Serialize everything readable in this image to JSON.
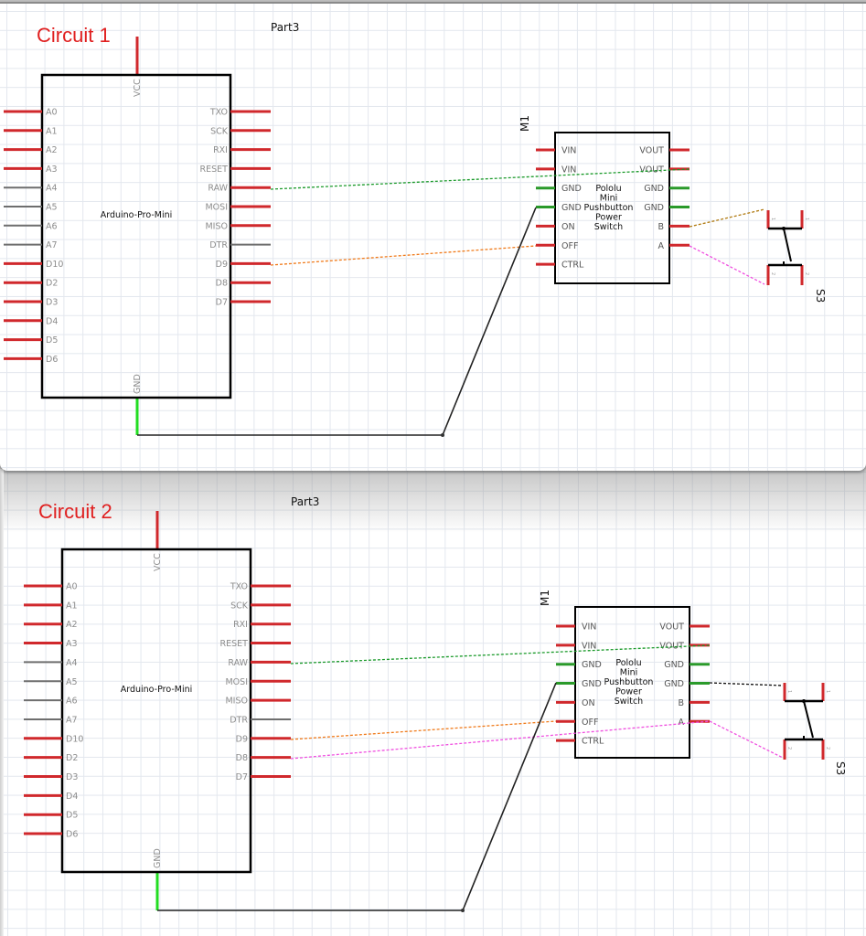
{
  "circuits": [
    {
      "title": "Circuit 1",
      "part_label": "Part3",
      "arduino": {
        "name": "Arduino-Pro-Mini",
        "top_pin": "VCC",
        "bottom_pin": "GND",
        "left_pins": [
          {
            "label": "A0",
            "state": "red"
          },
          {
            "label": "A1",
            "state": "red"
          },
          {
            "label": "A2",
            "state": "red"
          },
          {
            "label": "A3",
            "state": "red"
          },
          {
            "label": "A4",
            "state": "gray"
          },
          {
            "label": "A5",
            "state": "gray"
          },
          {
            "label": "A6",
            "state": "gray"
          },
          {
            "label": "A7",
            "state": "gray"
          },
          {
            "label": "D10",
            "state": "red"
          },
          {
            "label": "D2",
            "state": "red"
          },
          {
            "label": "D3",
            "state": "red"
          },
          {
            "label": "D4",
            "state": "red"
          },
          {
            "label": "D5",
            "state": "red"
          },
          {
            "label": "D6",
            "state": "red"
          }
        ],
        "right_pins": [
          {
            "label": "TXO",
            "state": "red"
          },
          {
            "label": "SCK",
            "state": "red"
          },
          {
            "label": "RXI",
            "state": "red"
          },
          {
            "label": "RESET",
            "state": "red"
          },
          {
            "label": "RAW",
            "state": "red"
          },
          {
            "label": "MOSI",
            "state": "red"
          },
          {
            "label": "MISO",
            "state": "red"
          },
          {
            "label": "DTR",
            "state": "gray"
          },
          {
            "label": "D9",
            "state": "red"
          },
          {
            "label": "D8",
            "state": "red"
          },
          {
            "label": "D7",
            "state": "red"
          }
        ]
      },
      "module": {
        "ref": "M1",
        "name_lines": [
          "Pololu",
          "Mini",
          "Pushbutton",
          "Power",
          "Switch"
        ],
        "left_pins": [
          {
            "label": "VIN",
            "state": "red"
          },
          {
            "label": "VIN",
            "state": "red"
          },
          {
            "label": "GND",
            "state": "green"
          },
          {
            "label": "GND",
            "state": "green"
          },
          {
            "label": "ON",
            "state": "red"
          },
          {
            "label": "OFF",
            "state": "red"
          },
          {
            "label": "CTRL",
            "state": "red"
          }
        ],
        "right_pins": [
          {
            "label": "VOUT",
            "state": "red"
          },
          {
            "label": "VOUT",
            "state": "red"
          },
          {
            "label": "GND",
            "state": "green"
          },
          {
            "label": "GND",
            "state": "green"
          },
          {
            "label": "B",
            "state": "red"
          },
          {
            "label": "A",
            "state": "red"
          }
        ]
      },
      "switch": {
        "ref": "S3",
        "pin_top": "1",
        "pin_bottom": "2"
      },
      "wires": [
        {
          "from": "Arduino RAW",
          "to": "M1 VOUT (2)",
          "style": "dashed",
          "color": "#1a9a2a"
        },
        {
          "from": "Arduino D9",
          "to": "M1 OFF",
          "style": "dashed",
          "color": "#f07a1a"
        },
        {
          "from": "Arduino GND",
          "to": "M1 GND (left 2)",
          "style": "solid",
          "color": "#222222"
        },
        {
          "from": "M1 B",
          "to": "S3 pin 1",
          "style": "dashed",
          "color": "#b07a10"
        },
        {
          "from": "M1 A",
          "to": "S3 pin 2",
          "style": "dashed",
          "color": "#f050e0"
        }
      ]
    },
    {
      "title": "Circuit 2",
      "part_label": "Part3",
      "arduino": {
        "name": "Arduino-Pro-Mini",
        "top_pin": "VCC",
        "bottom_pin": "GND",
        "left_pins": [
          {
            "label": "A0",
            "state": "red"
          },
          {
            "label": "A1",
            "state": "red"
          },
          {
            "label": "A2",
            "state": "red"
          },
          {
            "label": "A3",
            "state": "red"
          },
          {
            "label": "A4",
            "state": "gray"
          },
          {
            "label": "A5",
            "state": "gray"
          },
          {
            "label": "A6",
            "state": "gray"
          },
          {
            "label": "A7",
            "state": "gray"
          },
          {
            "label": "D10",
            "state": "red"
          },
          {
            "label": "D2",
            "state": "red"
          },
          {
            "label": "D3",
            "state": "red"
          },
          {
            "label": "D4",
            "state": "red"
          },
          {
            "label": "D5",
            "state": "red"
          },
          {
            "label": "D6",
            "state": "red"
          }
        ],
        "right_pins": [
          {
            "label": "TXO",
            "state": "red"
          },
          {
            "label": "SCK",
            "state": "red"
          },
          {
            "label": "RXI",
            "state": "red"
          },
          {
            "label": "RESET",
            "state": "red"
          },
          {
            "label": "RAW",
            "state": "red"
          },
          {
            "label": "MOSI",
            "state": "red"
          },
          {
            "label": "MISO",
            "state": "red"
          },
          {
            "label": "DTR",
            "state": "gray"
          },
          {
            "label": "D9",
            "state": "red"
          },
          {
            "label": "D8",
            "state": "red"
          },
          {
            "label": "D7",
            "state": "red"
          }
        ]
      },
      "module": {
        "ref": "M1",
        "name_lines": [
          "Pololu",
          "Mini",
          "Pushbutton",
          "Power",
          "Switch"
        ],
        "left_pins": [
          {
            "label": "VIN",
            "state": "red"
          },
          {
            "label": "VIN",
            "state": "red"
          },
          {
            "label": "GND",
            "state": "green"
          },
          {
            "label": "GND",
            "state": "green"
          },
          {
            "label": "ON",
            "state": "red"
          },
          {
            "label": "OFF",
            "state": "red"
          },
          {
            "label": "CTRL",
            "state": "red"
          }
        ],
        "right_pins": [
          {
            "label": "VOUT",
            "state": "red"
          },
          {
            "label": "VOUT",
            "state": "red"
          },
          {
            "label": "GND",
            "state": "green"
          },
          {
            "label": "GND",
            "state": "green"
          },
          {
            "label": "B",
            "state": "red"
          },
          {
            "label": "A",
            "state": "red"
          }
        ]
      },
      "switch": {
        "ref": "S3",
        "pin_top": "1",
        "pin_bottom": "2"
      },
      "wires": [
        {
          "from": "Arduino RAW",
          "to": "M1 VOUT (2)",
          "style": "dashed",
          "color": "#1a9a2a"
        },
        {
          "from": "Arduino D9",
          "to": "M1 OFF",
          "style": "dashed",
          "color": "#f07a1a"
        },
        {
          "from": "Arduino D8",
          "to": "M1 A",
          "style": "dashed",
          "color": "#f050e0"
        },
        {
          "from": "Arduino GND",
          "to": "M1 GND (left 2)",
          "style": "solid",
          "color": "#222222"
        },
        {
          "from": "M1 GND (right 2)",
          "to": "S3 pin 1",
          "style": "dashed",
          "color": "#111111"
        },
        {
          "from": "M1 A",
          "to": "S3 pin 2",
          "style": "dashed",
          "color": "#f050e0"
        }
      ]
    }
  ],
  "colors": {
    "pin_red": "#d0282c",
    "pin_gray": "#6e6e6e",
    "pin_green": "#2a9a2a",
    "gnd_green": "#22dd22",
    "title_red": "#e02020"
  }
}
